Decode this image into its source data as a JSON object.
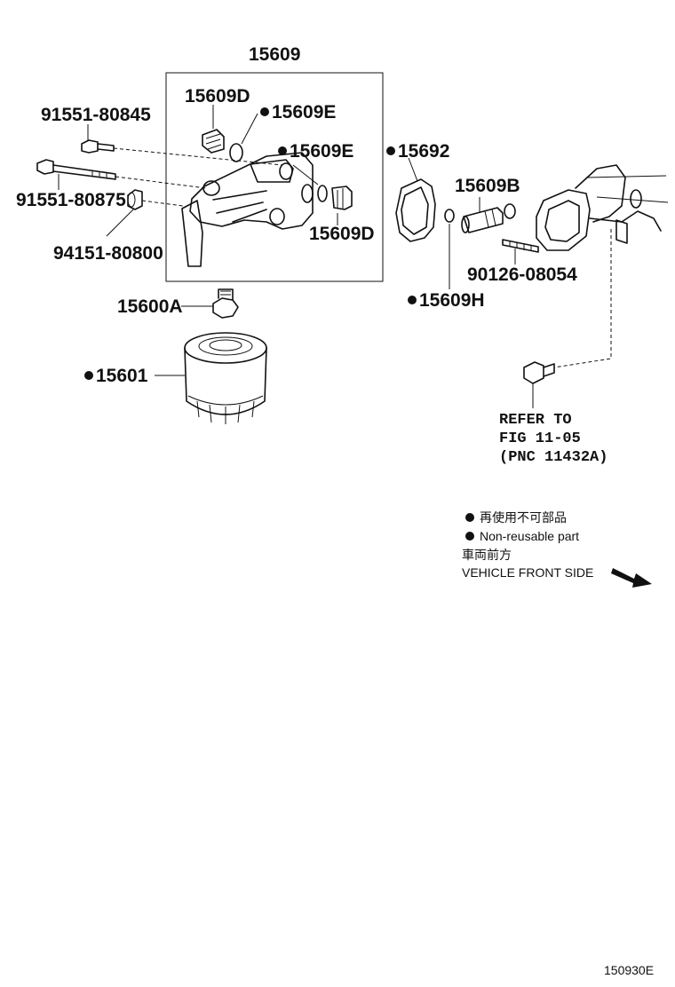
{
  "labels": {
    "assy": "15609",
    "plug_top": "15609D",
    "gasket_top": "15609E",
    "gasket_mid": "15609E",
    "plug_right": "15609D",
    "bolt_upper": "91551-80845",
    "bolt_lower": "91551-80875",
    "nut": "94151-80800",
    "cover_gasket": "15692",
    "union": "15609B",
    "stud": "90126-08054",
    "oring": "15609H",
    "union_bolt": "15600A",
    "filter": "15601"
  },
  "refer": {
    "line1": "REFER TO",
    "line2": "FIG 11-05",
    "line3": "(PNC 11432A)"
  },
  "legend": {
    "non_reusable_jp": "再使用不可部品",
    "non_reusable_en": "Non-reusable part",
    "front_jp": "車両前方",
    "front_en": "VEHICLE FRONT SIDE"
  },
  "figure_id": "150930E"
}
